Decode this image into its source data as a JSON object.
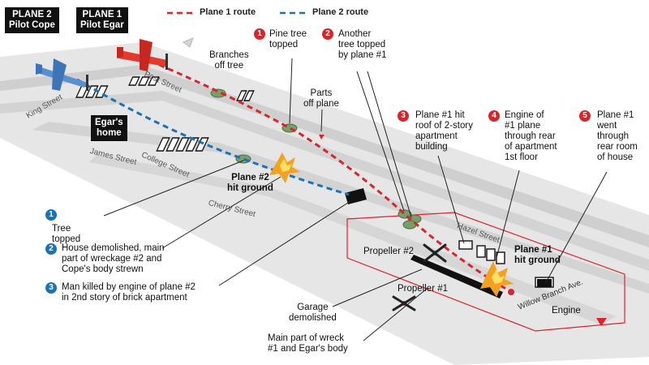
{
  "legend": {
    "plane1_route": "Plane 1 route",
    "plane2_route": "Plane 2 route",
    "plane1_color": "#d9242b",
    "plane2_color": "#1a73b8"
  },
  "pilots": {
    "plane2": "PLANE 2\nPilot Cope",
    "plane1": "PLANE 1\nPilot Egar"
  },
  "home_label": "Egar's\nhome",
  "streets": {
    "post": "Post Street",
    "king": "King Street",
    "james": "James Street",
    "college": "College Street",
    "cherry": "Cherry Street",
    "hazel": "Hazel Street",
    "willow": "Willow Branch Ave."
  },
  "annotations": {
    "branches": "Branches\noff tree",
    "parts": "Parts\noff plane",
    "plane2_ground": "Plane #2\nhit ground",
    "plane1_ground": "Plane #1\nhit ground",
    "propeller2": "Propeller #2",
    "propeller1": "Propeller #1",
    "garage": "Garage\ndemolished",
    "wreck1": "Main part of wreck\n#1 and Egar's body",
    "engine": "Engine"
  },
  "red_callouts": [
    {
      "num": "1",
      "text": "Pine tree\ntopped"
    },
    {
      "num": "2",
      "text": "Another\ntree topped\nby plane #1"
    },
    {
      "num": "3",
      "text": "Plane #1 hit\nroof of 2-story\napartment\nbuilding"
    },
    {
      "num": "4",
      "text": "Engine of\n#1 plane\nthrough rear\nof apartment\n1st floor"
    },
    {
      "num": "5",
      "text": "Plane #1\nwent\nthrough\nrear room\nof house"
    }
  ],
  "blue_callouts": [
    {
      "num": "1",
      "text": "Tree\ntopped"
    },
    {
      "num": "2",
      "text": "House demolished, main\npart of wreckage #2 and\nCope's body strewn"
    },
    {
      "num": "3",
      "text": "Man killed by engine of plane #2\nin 2nd story of brick apartment"
    }
  ]
}
